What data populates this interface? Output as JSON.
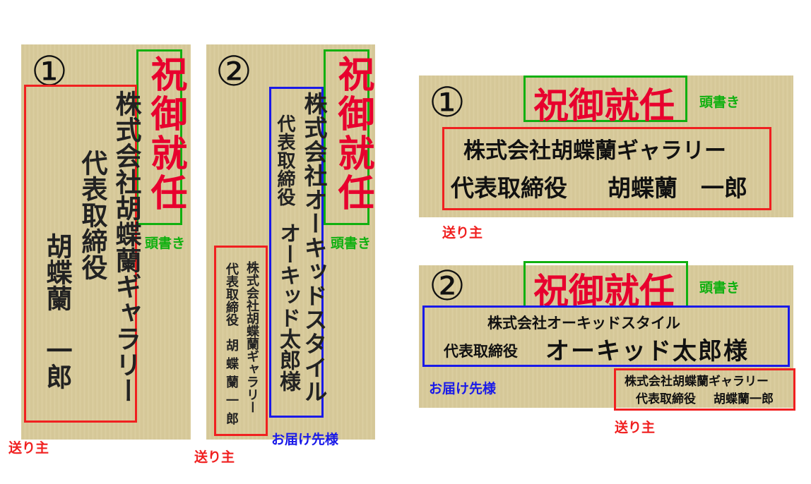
{
  "colors": {
    "heading": "#e8002e",
    "heading_box": "#10b010",
    "sender_box": "#f02020",
    "recipient_box": "#1a1ae8"
  },
  "heading": "祝御就任",
  "labels": {
    "heading": "頭書き",
    "sender": "送り主",
    "recipient": "お届け先様"
  },
  "numbers": [
    "①",
    "②"
  ],
  "sender": {
    "company": "株式会社胡蝶蘭ギャラリー",
    "title": "代表取締役",
    "name": "胡蝶蘭　一郎",
    "name_compact": "胡蝶蘭一郎"
  },
  "recipient": {
    "company": "株式会社オーキッドスタイル",
    "title": "代表取締役",
    "name": "オーキッド太郎様"
  }
}
